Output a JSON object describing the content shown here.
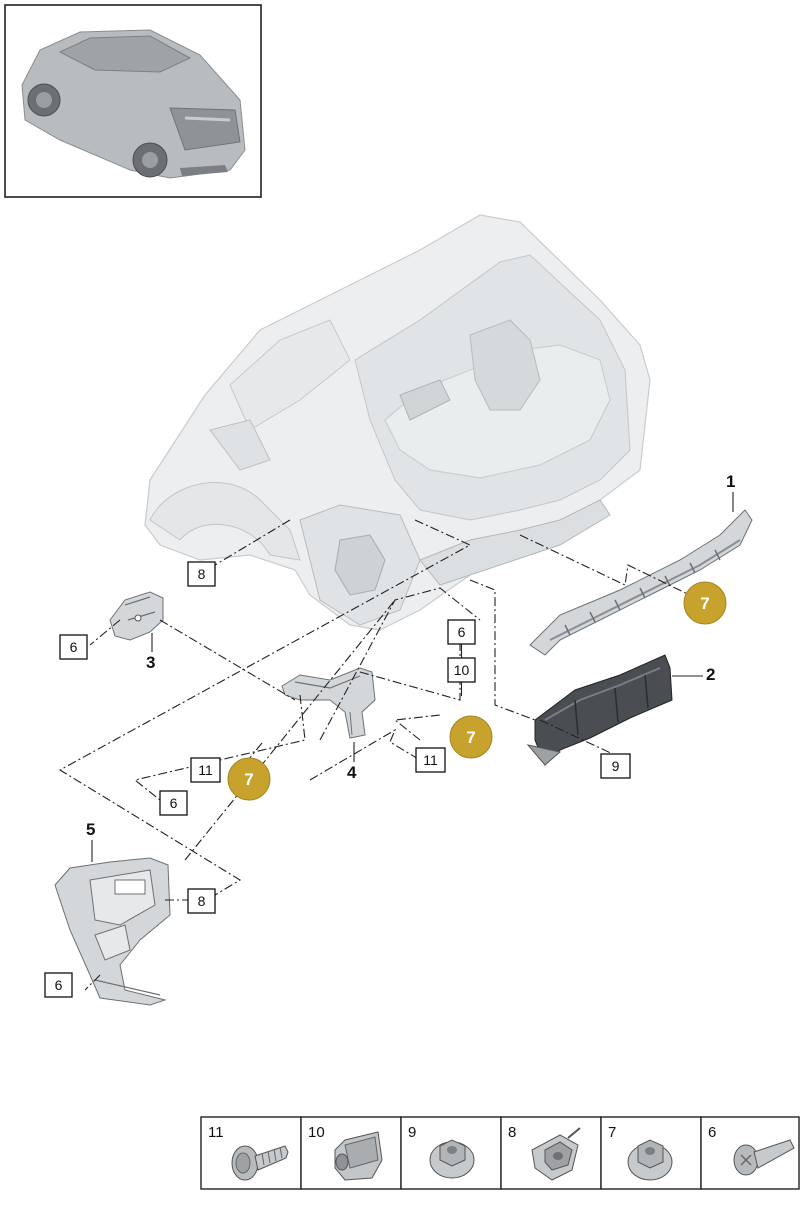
{
  "callouts": {
    "c8_top": "8",
    "c6_left": "6",
    "c6_mid": "6",
    "c10_mid": "10",
    "c11_left": "11",
    "c11_right": "11",
    "c6_low": "6",
    "c9": "9",
    "c8_bottom": "8",
    "c6_bottom": "6"
  },
  "badges": {
    "b7_right": "7",
    "b7_mid": "7",
    "b7_left": "7"
  },
  "parts": {
    "p1": "1",
    "p2": "2",
    "p3": "3",
    "p4": "4",
    "p5": "5"
  },
  "fastener_table": [
    {
      "num": "11",
      "icon": "screw-flange-icon"
    },
    {
      "num": "10",
      "icon": "expanding-clip-icon"
    },
    {
      "num": "9",
      "icon": "flange-nut-icon"
    },
    {
      "num": "8",
      "icon": "spring-nut-icon"
    },
    {
      "num": "7",
      "icon": "flange-nut-icon"
    },
    {
      "num": "6",
      "icon": "bolt-icon"
    }
  ],
  "colors": {
    "badge": "#c7a22c",
    "linework": "#222222",
    "body": "#eceeef"
  }
}
